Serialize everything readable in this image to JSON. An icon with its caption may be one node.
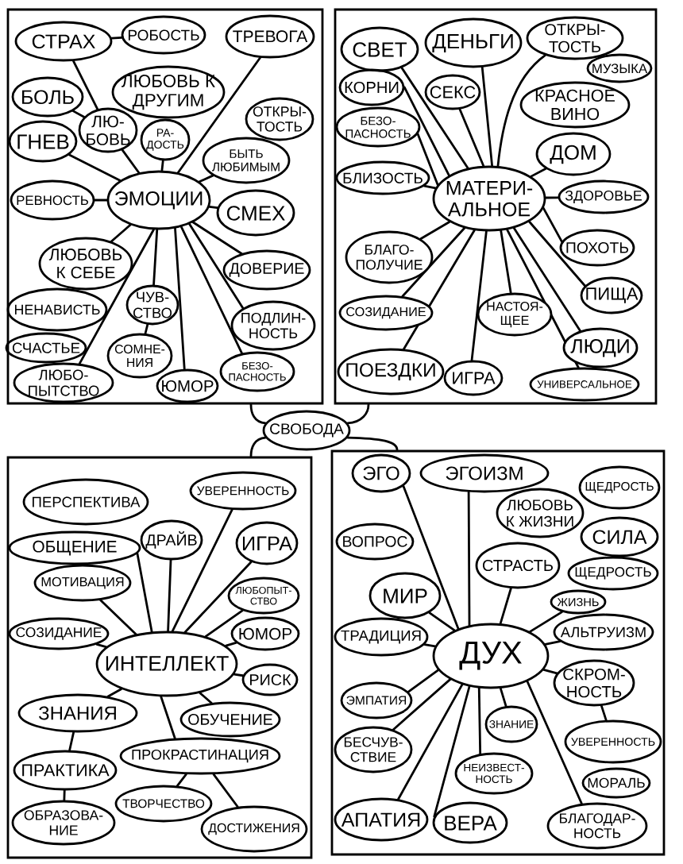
{
  "diagram": {
    "nodes": [
      {
        "text": [],
        "shape": "box"
      },
      {
        "text": [
          "СТРАХ"
        ],
        "in": 0
      },
      {
        "text": [
          "РОБОСТЬ"
        ],
        "in": 0
      },
      {
        "text": [
          "ТРЕВОГА"
        ],
        "in": 0
      },
      {
        "text": [
          "ЛЮБОВЬ К ДРУГИМ"
        ],
        "in": 0
      },
      {
        "text": [
          "БОЛЬ"
        ],
        "in": 0
      },
      {
        "text": [
          "ОТКРЫ- ТОСТЬ"
        ],
        "in": 0
      },
      {
        "text": [
          "ЛЮ- БОВЬ"
        ],
        "in": 0
      },
      {
        "text": [
          "РА- ДОСТЬ"
        ],
        "in": 0
      },
      {
        "text": [
          "ГНЕВ"
        ],
        "in": 0
      },
      {
        "text": [
          "БЫТЬ ЛЮБИМЫМ"
        ],
        "in": 0
      },
      {
        "text": [
          "РЕВНОСТЬ"
        ],
        "in": 0
      },
      {
        "text": [
          "ЭМОЦИИ"
        ],
        "in": 0
      },
      {
        "text": [
          "СМЕХ"
        ],
        "in": 0
      },
      {
        "text": [
          "ЛЮБОВЬ К СЕБЕ"
        ],
        "in": 0
      },
      {
        "text": [
          "ДОВЕРИЕ"
        ],
        "in": 0
      },
      {
        "text": [
          "НЕНАВИСТЬ"
        ],
        "in": 0
      },
      {
        "text": [
          "ЧУВ- СТВО"
        ],
        "in": 0
      },
      {
        "text": [
          "ПОДЛИН- НОСТЬ"
        ],
        "in": 0
      },
      {
        "text": [
          "СЧАСТЬЕ"
        ],
        "in": 0
      },
      {
        "text": [
          "СОМНЕ- НИЯ"
        ],
        "in": 0
      },
      {
        "text": [
          "БЕЗО- ПАСНОСТЬ"
        ],
        "in": 0
      },
      {
        "text": [
          "ЛЮБО- ПЫТСТВО"
        ],
        "in": 0
      },
      {
        "text": [
          "ЮМОР"
        ],
        "in": 0
      },
      {
        "text": [],
        "shape": "box"
      },
      {
        "text": [
          "СВЕТ"
        ],
        "in": 24
      },
      {
        "text": [
          "ДЕНЬГИ"
        ],
        "in": 24
      },
      {
        "text": [
          "ОТКРЫ- ТОСТЬ"
        ],
        "in": 24
      },
      {
        "text": [
          "МУЗЫКА"
        ],
        "in": 24
      },
      {
        "text": [
          "КОРНИ"
        ],
        "in": 24
      },
      {
        "text": [
          "СЕКС"
        ],
        "in": 24
      },
      {
        "text": [
          "КРАСНОЕ ВИНО"
        ],
        "in": 24
      },
      {
        "text": [
          "БЕЗО- ПАСНОСТЬ"
        ],
        "in": 24
      },
      {
        "text": [
          "ДОМ"
        ],
        "in": 24
      },
      {
        "text": [
          "БЛИЗОСТЬ"
        ],
        "in": 24
      },
      {
        "text": [
          "МАТЕРИ- АЛЬНОЕ"
        ],
        "in": 24
      },
      {
        "text": [
          "ЗДОРОВЬЕ"
        ],
        "in": 24
      },
      {
        "text": [
          "БЛАГО- ПОЛУЧИЕ"
        ],
        "in": 24
      },
      {
        "text": [
          "ПОХОТЬ"
        ],
        "in": 24
      },
      {
        "text": [
          "СОЗИДАНИЕ"
        ],
        "in": 24
      },
      {
        "text": [
          "НАСТОЯ- ЩЕЕ"
        ],
        "in": 24
      },
      {
        "text": [
          "ПИЩА"
        ],
        "in": 24
      },
      {
        "text": [
          "ЛЮДИ"
        ],
        "in": 24
      },
      {
        "text": [
          "ПОЕЗДКИ"
        ],
        "in": 24
      },
      {
        "text": [
          "ИГРА"
        ],
        "in": 24
      },
      {
        "text": [
          "УНИВЕРСАЛЬНОЕ"
        ],
        "in": 24
      },
      {
        "text": [
          "СВОБОДА"
        ]
      },
      {
        "text": [],
        "shape": "box"
      },
      {
        "text": [
          "ПЕРСПЕКТИВА"
        ],
        "in": 47
      },
      {
        "text": [
          "УВЕРЕННОСТЬ"
        ],
        "in": 47
      },
      {
        "text": [
          "ОБЩЕНИЕ"
        ],
        "in": 47
      },
      {
        "text": [
          "ДРАЙВ"
        ],
        "in": 47
      },
      {
        "text": [
          "ИГРА"
        ],
        "in": 47
      },
      {
        "text": [
          "МОТИВАЦИЯ"
        ],
        "in": 47
      },
      {
        "text": [
          "ЛЮБОПЫТ- СТВО"
        ],
        "in": 47
      },
      {
        "text": [
          "СОЗИДАНИЕ"
        ],
        "in": 47
      },
      {
        "text": [
          "ЮМОР"
        ],
        "in": 47
      },
      {
        "text": [
          "ИНТЕЛЛЕКТ"
        ],
        "in": 47
      },
      {
        "text": [
          "РИСК"
        ],
        "in": 47
      },
      {
        "text": [
          "ЗНАНИЯ"
        ],
        "in": 47
      },
      {
        "text": [
          "ОБУЧЕНИЕ"
        ],
        "in": 47
      },
      {
        "text": [
          "ПРОКРАСТИНАЦИЯ"
        ],
        "in": 47
      },
      {
        "text": [
          "ПРАКТИКА"
        ],
        "in": 47
      },
      {
        "text": [
          "ТВОРЧЕСТВО"
        ],
        "in": 47
      },
      {
        "text": [
          "ОБРАЗОВА- НИЕ"
        ],
        "in": 47
      },
      {
        "text": [
          "ДОСТИЖЕНИЯ"
        ],
        "in": 47
      },
      {
        "text": [],
        "shape": "box"
      },
      {
        "text": [
          "ЭГО"
        ],
        "in": 66
      },
      {
        "text": [
          "ЭГОИЗМ"
        ],
        "in": 66
      },
      {
        "text": [
          "ЩЕДРОСТЬ"
        ],
        "in": 66
      },
      {
        "text": [
          "ЛЮБОВЬ К ЖИЗНИ"
        ],
        "in": 66
      },
      {
        "text": [
          "СИЛА"
        ],
        "in": 66
      },
      {
        "text": [
          "ВОПРОС"
        ],
        "in": 66
      },
      {
        "text": [
          "СТРАСТЬ"
        ],
        "in": 66
      },
      {
        "text": [
          "ЩЕДРОСТЬ"
        ],
        "in": 66
      },
      {
        "text": [
          "МИР"
        ],
        "in": 66
      },
      {
        "text": [
          "ЖИЗНЬ"
        ],
        "in": 66
      },
      {
        "text": [
          "АЛЬТРУИЗМ"
        ],
        "in": 66
      },
      {
        "text": [
          "ТРАДИЦИЯ"
        ],
        "in": 66
      },
      {
        "text": [
          "ДУХ"
        ],
        "in": 66
      },
      {
        "text": [
          "СКРОМ- НОСТЬ"
        ],
        "in": 66
      },
      {
        "text": [
          "ЭМПАТИЯ"
        ],
        "in": 66
      },
      {
        "text": [
          "ЗНАНИЕ"
        ],
        "in": 66
      },
      {
        "text": [
          "УВЕРЕННОСТЬ"
        ],
        "in": 66
      },
      {
        "text": [
          "БЕСЧУВ- СТВИЕ"
        ],
        "in": 66
      },
      {
        "text": [
          "НЕИЗВЕСТ- НОСТЬ"
        ],
        "in": 66
      },
      {
        "text": [
          "МОРАЛЬ"
        ],
        "in": 66
      },
      {
        "text": [
          "АПАТИЯ"
        ],
        "in": 66
      },
      {
        "text": [
          "ВЕРА"
        ],
        "in": 66
      },
      {
        "text": [
          "БЛАГОДАР- НОСТЬ"
        ],
        "in": 66
      }
    ],
    "edges": [
      {
        "from": 12,
        "to": 7,
        "arrow": "none"
      },
      {
        "from": 7,
        "to": 1,
        "arrow": "none"
      },
      {
        "from": 1,
        "to": 2,
        "arrow": "none"
      },
      {
        "from": 7,
        "to": 5,
        "arrow": "none"
      },
      {
        "from": 12,
        "to": 3,
        "arrow": "none"
      },
      {
        "from": 12,
        "to": 8,
        "arrow": "none"
      },
      {
        "from": 12,
        "to": 9,
        "arrow": "none"
      },
      {
        "from": 12,
        "to": 10,
        "arrow": "none"
      },
      {
        "from": 12,
        "to": 11,
        "arrow": "none"
      },
      {
        "from": 12,
        "to": 13,
        "arrow": "none"
      },
      {
        "from": 12,
        "to": 14,
        "arrow": "none"
      },
      {
        "from": 12,
        "to": 15,
        "arrow": "none"
      },
      {
        "from": 12,
        "to": 17,
        "arrow": "none"
      },
      {
        "from": 17,
        "to": 20,
        "arrow": "none"
      },
      {
        "from": 12,
        "to": 22,
        "arrow": "none"
      },
      {
        "from": 12,
        "to": 23,
        "arrow": "none"
      },
      {
        "from": 12,
        "to": 21,
        "arrow": "none"
      },
      {
        "from": 12,
        "to": 18,
        "arrow": "none"
      },
      {
        "from": 35,
        "to": 25,
        "arrow": "none"
      },
      {
        "from": 35,
        "to": 29,
        "arrow": "none"
      },
      {
        "from": 35,
        "to": 32,
        "arrow": "none"
      },
      {
        "from": 35,
        "to": 30,
        "arrow": "none"
      },
      {
        "from": 35,
        "to": 26,
        "arrow": "none"
      },
      {
        "from": 35,
        "to": 27,
        "arrow": "none"
      },
      {
        "from": 35,
        "to": 33,
        "arrow": "none"
      },
      {
        "from": 35,
        "to": 36,
        "arrow": "none"
      },
      {
        "from": 35,
        "to": 34,
        "arrow": "none"
      },
      {
        "from": 35,
        "to": 37,
        "arrow": "none"
      },
      {
        "from": 35,
        "to": 39,
        "arrow": "none"
      },
      {
        "from": 35,
        "to": 43,
        "arrow": "none"
      },
      {
        "from": 35,
        "to": 44,
        "arrow": "none"
      },
      {
        "from": 35,
        "to": 40,
        "arrow": "none"
      },
      {
        "from": 35,
        "to": 42,
        "arrow": "none"
      },
      {
        "from": 35,
        "to": 45,
        "arrow": "none"
      },
      {
        "from": 35,
        "to": 41,
        "arrow": "none"
      },
      {
        "from": 35,
        "to": 38,
        "arrow": "none"
      },
      {
        "from": 46,
        "to": 0,
        "arrow": "none"
      },
      {
        "from": 46,
        "to": 24,
        "arrow": "none"
      },
      {
        "from": 46,
        "to": 47,
        "arrow": "none"
      },
      {
        "from": 46,
        "to": 66,
        "arrow": "none"
      },
      {
        "from": 57,
        "to": 50,
        "arrow": "none"
      },
      {
        "from": 57,
        "to": 53,
        "arrow": "none"
      },
      {
        "from": 57,
        "to": 51,
        "arrow": "none"
      },
      {
        "from": 57,
        "to": 49,
        "arrow": "none"
      },
      {
        "from": 57,
        "to": 52,
        "arrow": "none"
      },
      {
        "from": 57,
        "to": 54,
        "arrow": "none"
      },
      {
        "from": 57,
        "to": 56,
        "arrow": "none"
      },
      {
        "from": 57,
        "to": 55,
        "arrow": "none"
      },
      {
        "from": 57,
        "to": 58,
        "arrow": "none"
      },
      {
        "from": 57,
        "to": 59,
        "arrow": "none"
      },
      {
        "from": 57,
        "to": 61,
        "arrow": "none"
      },
      {
        "from": 57,
        "to": 60,
        "arrow": "none"
      },
      {
        "from": 59,
        "to": 62,
        "arrow": "none"
      },
      {
        "from": 62,
        "to": 64,
        "arrow": "none"
      },
      {
        "from": 61,
        "to": 63,
        "arrow": "none"
      },
      {
        "from": 61,
        "to": 65,
        "arrow": "none"
      },
      {
        "from": 79,
        "to": 67,
        "arrow": "none"
      },
      {
        "from": 79,
        "to": 68,
        "arrow": "none"
      },
      {
        "from": 79,
        "to": 73,
        "arrow": "none"
      },
      {
        "from": 79,
        "to": 75,
        "arrow": "none"
      },
      {
        "from": 79,
        "to": 76,
        "arrow": "none"
      },
      {
        "from": 79,
        "to": 77,
        "arrow": "none"
      },
      {
        "from": 79,
        "to": 80,
        "arrow": "none"
      },
      {
        "from": 80,
        "to": 83,
        "arrow": "none"
      },
      {
        "from": 79,
        "to": 78,
        "arrow": "none"
      },
      {
        "from": 79,
        "to": 81,
        "arrow": "none"
      },
      {
        "from": 79,
        "to": 84,
        "arrow": "none"
      },
      {
        "from": 79,
        "to": 87,
        "arrow": "none"
      },
      {
        "from": 79,
        "to": 88,
        "arrow": "none"
      },
      {
        "from": 79,
        "to": 85,
        "arrow": "none"
      },
      {
        "from": 79,
        "to": 82,
        "arrow": "none"
      },
      {
        "from": 79,
        "to": 89,
        "arrow": "none"
      }
    ]
  }
}
